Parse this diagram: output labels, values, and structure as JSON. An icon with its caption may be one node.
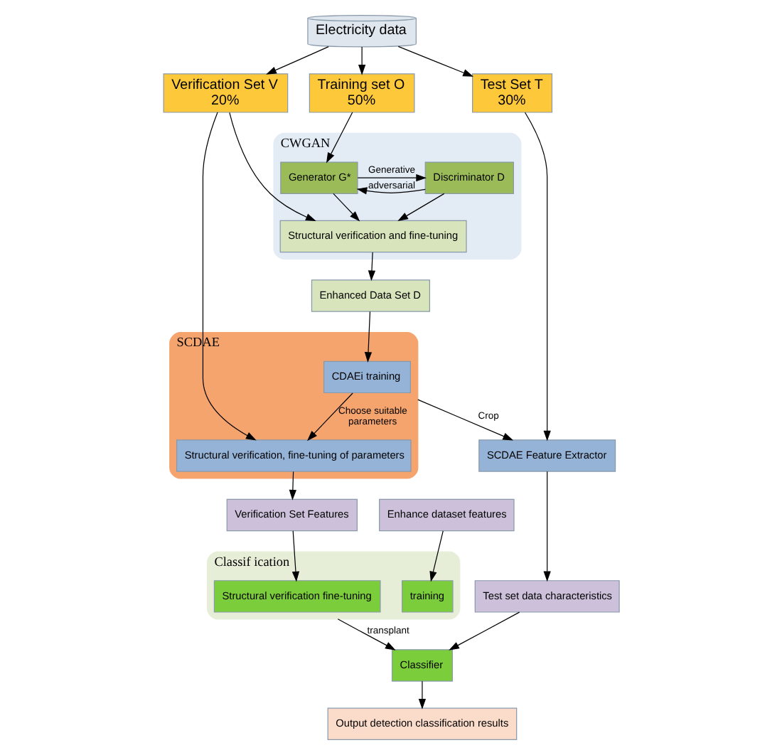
{
  "diagram": {
    "nodes": [
      {
        "text": [
          "Electricity data"
        ]
      },
      {
        "text": [
          "Verification Set V",
          "20%"
        ]
      },
      {
        "text": [
          "Training set O",
          "50%"
        ]
      },
      {
        "text": [
          "Test Set T",
          "30%"
        ]
      },
      {
        "text": [
          "CWGAN"
        ]
      },
      {
        "text": [
          "Generator G*"
        ],
        "in": 4
      },
      {
        "text": [
          "Discriminator D"
        ],
        "in": 4
      },
      {
        "text": [
          "Structural verification and fine-tuning"
        ],
        "in": 4
      },
      {
        "text": [
          "Enhanced Data Set D"
        ]
      },
      {
        "text": [
          "SCDAE"
        ]
      },
      {
        "text": [
          "CDAEi training"
        ],
        "in": 9
      },
      {
        "text": [
          "Structural verification, fine-tuning of parameters"
        ],
        "in": 9
      },
      {
        "text": [
          "SCDAE Feature Extractor"
        ]
      },
      {
        "text": [
          "Test set data characteristics"
        ]
      },
      {
        "text": [
          "Classifier"
        ]
      },
      {
        "text": [
          "Verification Set Features"
        ]
      },
      {
        "text": [
          "Enhance dataset features"
        ]
      },
      {
        "text": [
          "Classif ication"
        ]
      },
      {
        "text": [
          "Structural verification fine-tuning"
        ],
        "in": 17
      },
      {
        "text": [
          "training"
        ],
        "in": 17
      },
      {
        "text": [
          "Output detection classification results"
        ]
      }
    ],
    "edges": [
      {
        "from": 0,
        "to": 1,
        "arrow": "to"
      },
      {
        "from": 0,
        "to": 2,
        "arrow": "to"
      },
      {
        "from": 0,
        "to": 3,
        "arrow": "to"
      },
      {
        "from": 2,
        "to": 5,
        "arrow": "to"
      },
      {
        "from": 5,
        "to": 6,
        "arrow": "to",
        "label": "Generative"
      },
      {
        "from": 6,
        "to": 5,
        "arrow": "to",
        "label": "adversarial"
      },
      {
        "from": 5,
        "to": 7,
        "arrow": "to"
      },
      {
        "from": 6,
        "to": 7,
        "arrow": "to"
      },
      {
        "from": 1,
        "to": 7,
        "arrow": "to"
      },
      {
        "from": 1,
        "to": 11,
        "arrow": "to"
      },
      {
        "from": 7,
        "to": 8,
        "arrow": "to"
      },
      {
        "from": 8,
        "to": 10,
        "arrow": "to"
      },
      {
        "from": 10,
        "to": 11,
        "arrow": "to",
        "label": "Choose suitable parameters"
      },
      {
        "from": 9,
        "to": 12,
        "arrow": "to",
        "label": "Crop"
      },
      {
        "from": 3,
        "to": 12,
        "arrow": "to"
      },
      {
        "from": 12,
        "to": 13,
        "arrow": "to"
      },
      {
        "from": 13,
        "to": 14,
        "arrow": "to"
      },
      {
        "from": 14,
        "to": 20,
        "arrow": "to"
      },
      {
        "from": 11,
        "to": 15,
        "arrow": "to"
      },
      {
        "from": 15,
        "to": 18,
        "arrow": "to"
      },
      {
        "from": 16,
        "to": 19,
        "arrow": "to"
      },
      {
        "from": 17,
        "to": 14,
        "arrow": "to",
        "label": "transplant"
      }
    ]
  }
}
